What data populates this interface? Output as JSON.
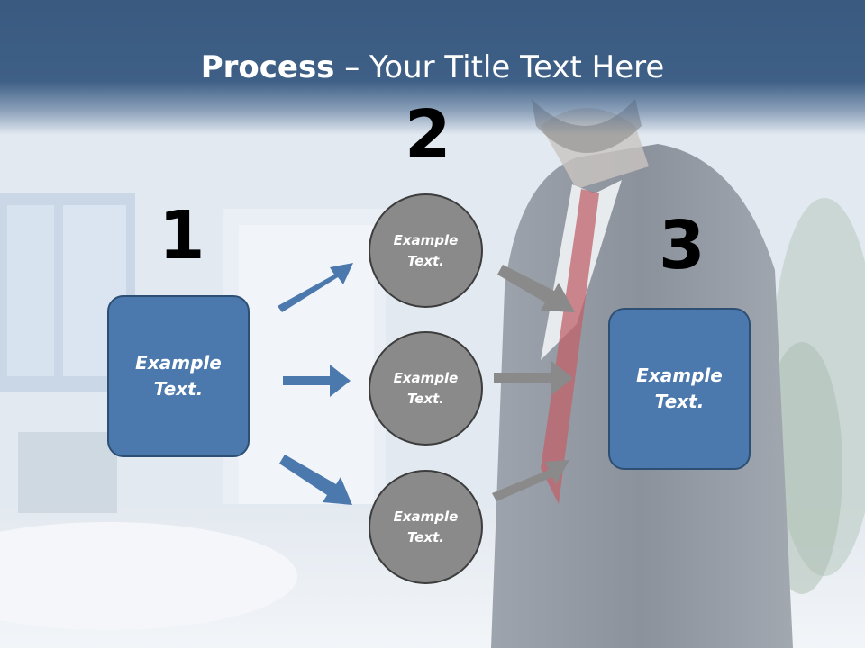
{
  "title": {
    "bold": "Process",
    "rest": " – Your Title Text Here"
  },
  "steps": [
    {
      "number": "1",
      "label": "Example Text."
    },
    {
      "number": "2",
      "labels": [
        "Example Text.",
        "Example Text.",
        "Example Text."
      ]
    },
    {
      "number": "3",
      "label": "Example Text."
    }
  ],
  "colors": {
    "header": "#3e5f86",
    "box_fill": "#4b79ad",
    "box_border": "#2e4f74",
    "circle_fill": "#8a8a8a",
    "circle_border": "#3d3d3d",
    "arrow_blue": "#4b79ad",
    "arrow_gray": "#8a8a8a"
  }
}
